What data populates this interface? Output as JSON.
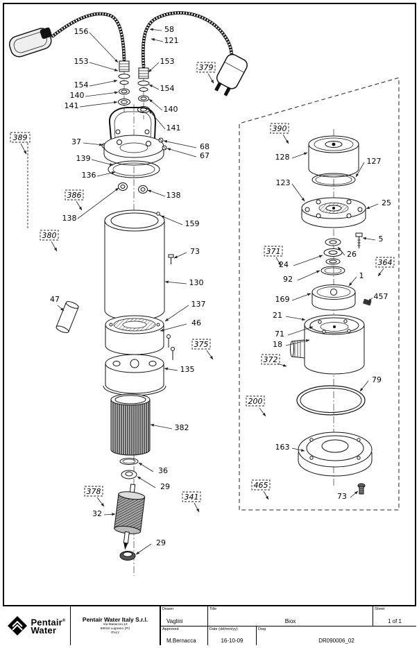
{
  "drawing": {
    "callouts": [
      "156",
      "58",
      "121",
      "153",
      "153",
      "154",
      "154",
      "140",
      "140",
      "141",
      "141",
      "37",
      "68",
      "67",
      "139",
      "136",
      "138",
      "138",
      "159",
      "73",
      "130",
      "47",
      "137",
      "46",
      "135",
      "382",
      "36",
      "29",
      "32",
      "29",
      "128",
      "127",
      "123",
      "25",
      "5",
      "26",
      "24",
      "92",
      "1",
      "169",
      "457",
      "21",
      "71",
      "18",
      "79",
      "163",
      "73"
    ],
    "boxed_callouts": [
      "389",
      "379",
      "386",
      "380",
      "375",
      "378",
      "341",
      "390",
      "371",
      "372",
      "364",
      "200",
      "465"
    ]
  },
  "title_block": {
    "company_name": "Pentair Water Italy S.r.l.",
    "company_addr1": "Via Masaccio,13",
    "company_addr2": "56010 Lugnano (PI)",
    "company_addr3": "ITALY",
    "logo_line1": "Pentair",
    "logo_reg": "®",
    "logo_line2": "Water",
    "drawn_label": "Drawn",
    "drawn_value": "Vaglini",
    "approved_label": "Approved",
    "approved_value": "M.Bernacca",
    "title_label": "Title",
    "title_value": "Biox",
    "date_label": "Date  (dd/mm/yy)",
    "date_value": "16-10-09",
    "dwg_label": "Dwg",
    "dwg_value": "DR090006_02",
    "sheet_label": "Sheet",
    "sheet_value": "1 of 1"
  }
}
